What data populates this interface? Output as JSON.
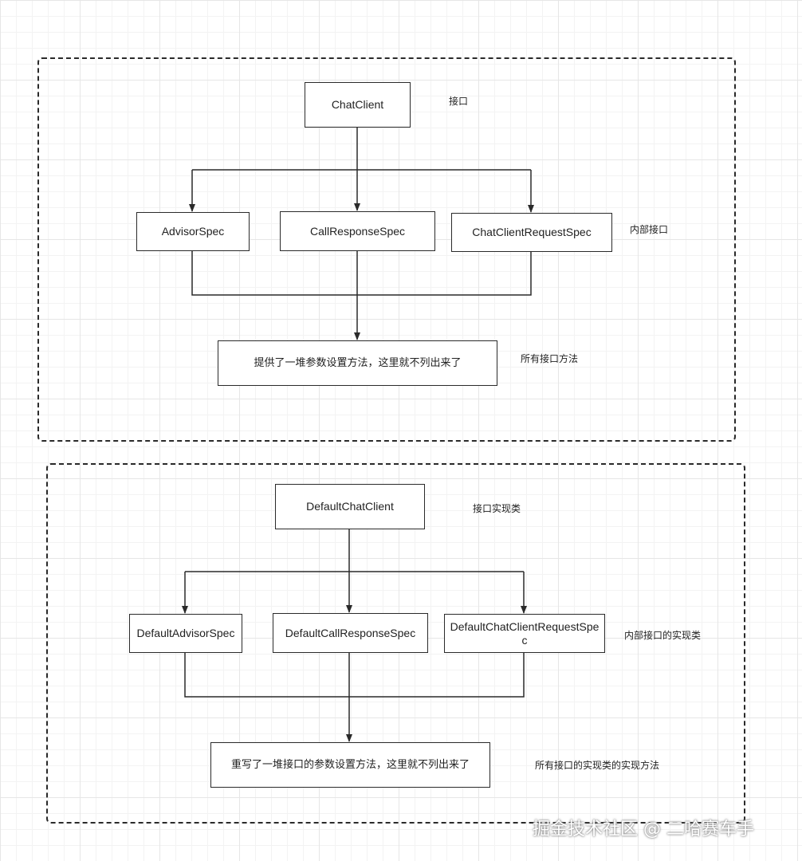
{
  "top_section": {
    "root": "ChatClient",
    "root_note": "接口",
    "children": [
      "AdvisorSpec",
      "CallResponseSpec",
      "ChatClientRequestSpec"
    ],
    "children_note": "内部接口",
    "methods": "提供了一堆参数设置方法，这里就不列出来了",
    "methods_note": "所有接口方法"
  },
  "bottom_section": {
    "root": "DefaultChatClient",
    "root_note": "接口实现类",
    "children": [
      "DefaultAdvisorSpec",
      "DefaultCallResponseSpec",
      "DefaultChatClientRequestSpec"
    ],
    "children_note": "内部接口的实现类",
    "methods": "重写了一堆接口的参数设置方法，这里就不列出来了",
    "methods_note": "所有接口的实现类的实现方法"
  },
  "watermark": "掘金技术社区 @ 二哈赛车手",
  "colors": {
    "line": "#2a2a2a",
    "background": "#ffffff",
    "grid": "#e6e6e6"
  }
}
